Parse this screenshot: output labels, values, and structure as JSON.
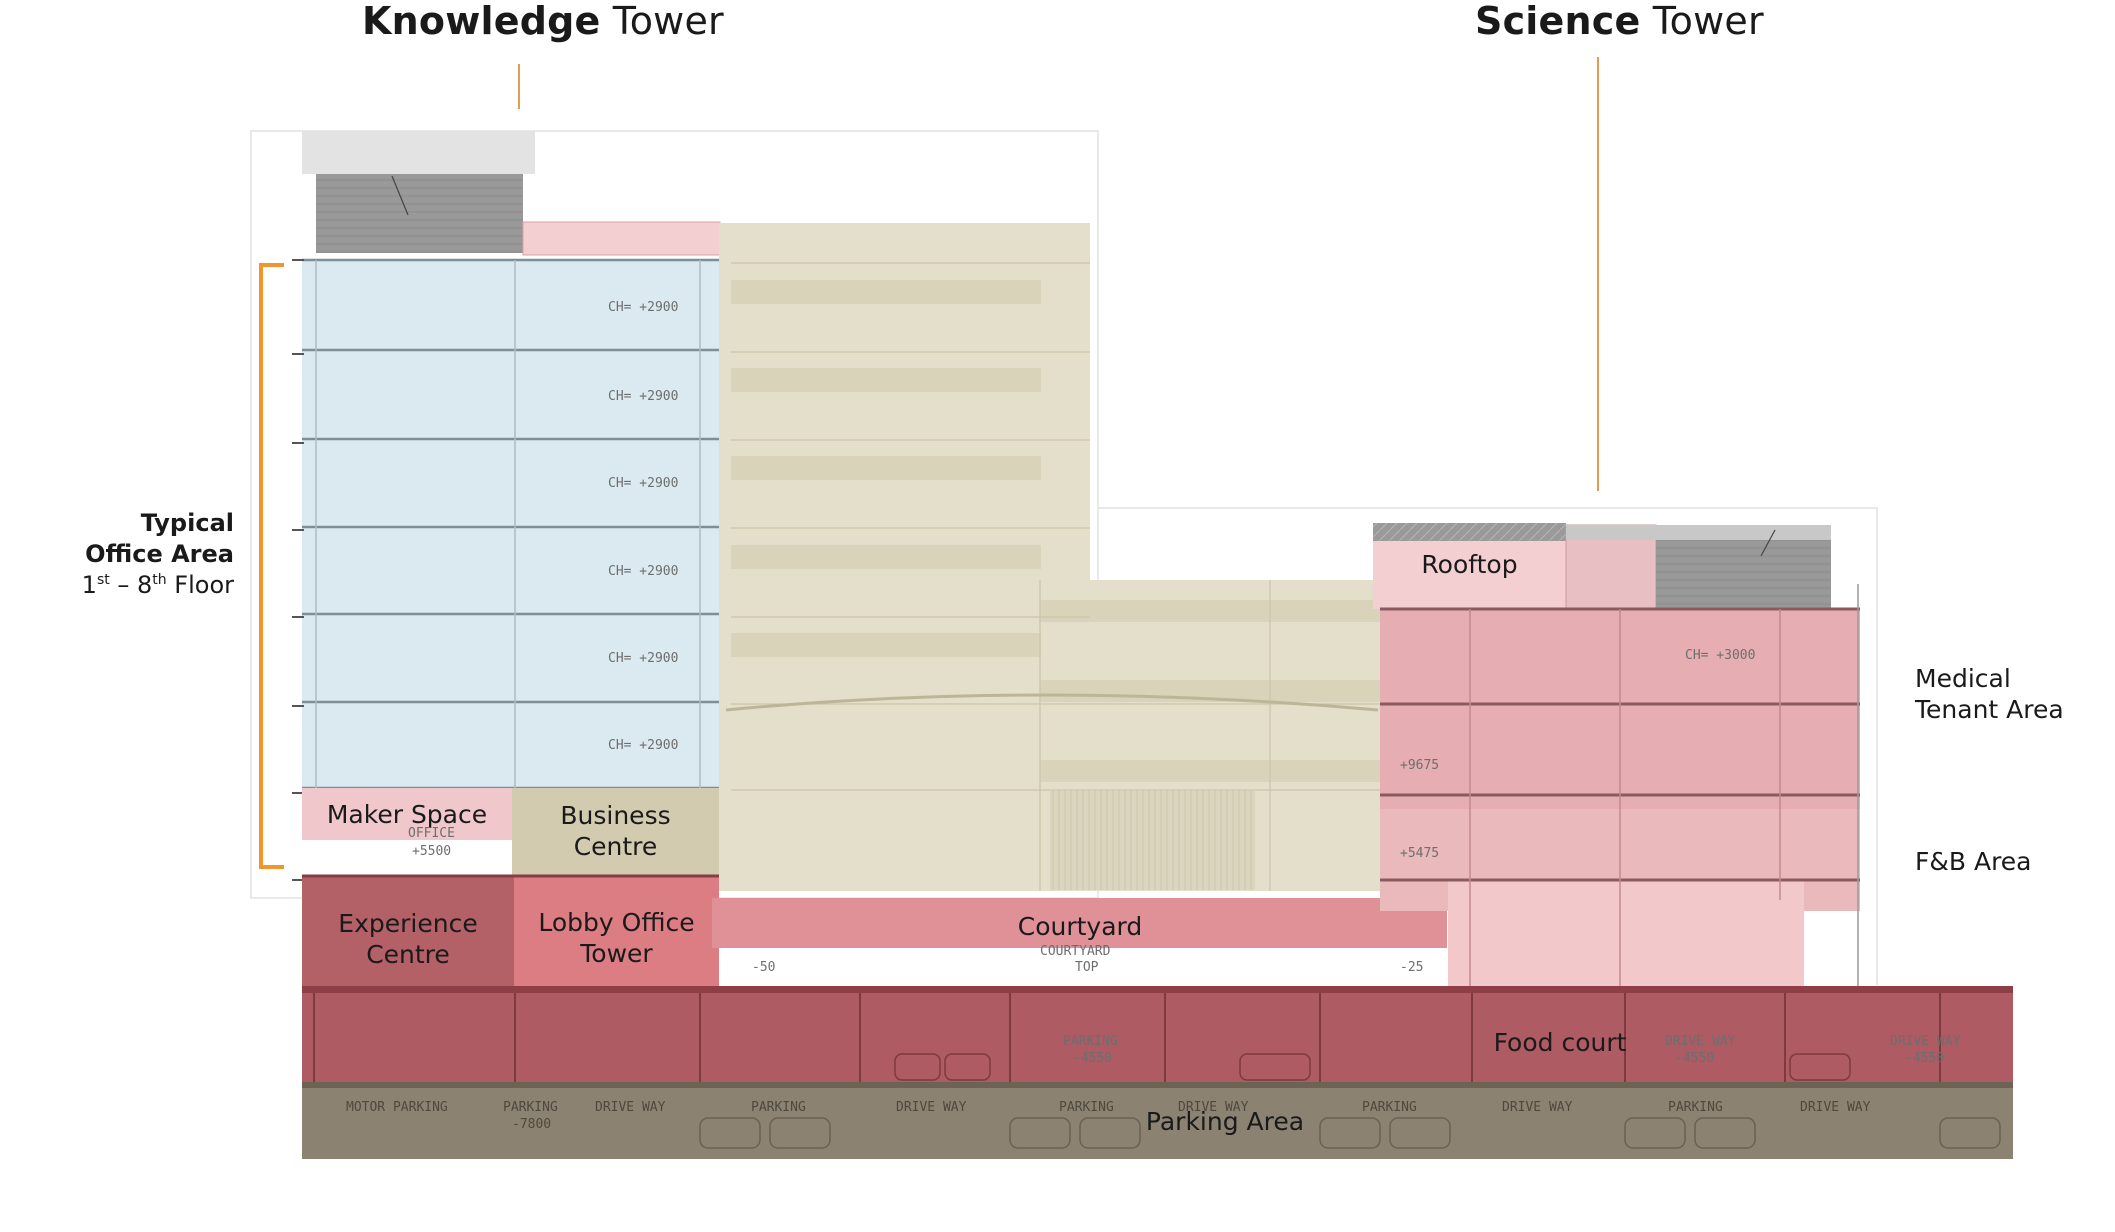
{
  "towers": {
    "knowledge": {
      "bold": "Knowledge",
      "rest": " Tower"
    },
    "science": {
      "bold": "Science",
      "rest": " Tower"
    }
  },
  "typical_office": {
    "line1": "Typical",
    "line2": "Office Area",
    "floor_start": "1",
    "floor_start_sup": "st",
    "floor_dash": " – 8",
    "floor_end_sup": "th",
    "floor_word": " Floor"
  },
  "zones": {
    "maker_space": "Maker Space",
    "business_centre": [
      "Business",
      "Centre"
    ],
    "experience_centre": [
      "Experience",
      "Centre"
    ],
    "lobby_office_tower": [
      "Lobby Office",
      "Tower"
    ],
    "courtyard": "Courtyard",
    "rooftop": "Rooftop",
    "food_court": "Food court",
    "parking_area": "Parking Area"
  },
  "side_labels": {
    "medical": [
      "Medical",
      "Tenant Area"
    ],
    "fnb": "F&B Area"
  },
  "drawing_annotations": {
    "ch_2900": "CH= +2900",
    "ch_3000": "CH= +3000",
    "office": "OFFICE",
    "lvl_5500": "+5500",
    "lvl_9675": "+9675",
    "lvl_5475": "+5475",
    "lvl_m50": "-50",
    "lvl_m25": "-25",
    "courtyard_small": "COURTYARD",
    "top": "TOP",
    "parking": "PARKING",
    "drive_way": "DRIVE WAY",
    "motor_parking": "MOTOR PARKING",
    "lvl_m4550": "-4550",
    "lvl_m7800": "-7800"
  },
  "colors": {
    "office_blue": "#dbe9f1",
    "tan": "#e4dfca",
    "pink_light": "#f0c8cb",
    "pink_mid": "#e6aeb2",
    "red_dark": "#b36066",
    "red_band": "#ae5b63",
    "lobby_red": "#dc7d84",
    "parking_brown": "#8c8271",
    "bracket_orange": "#f0962d",
    "leader_orange": "#e59b55"
  }
}
